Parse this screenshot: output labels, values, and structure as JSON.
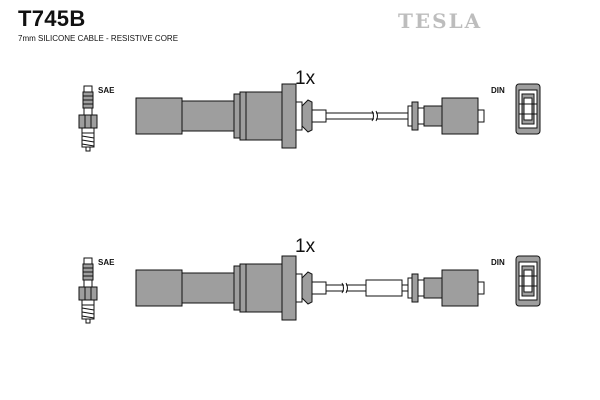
{
  "header": {
    "title": "T745B",
    "subtitle": "7mm SILICONE CABLE - RESISTIVE CORE",
    "brand": "TESLA"
  },
  "cables": [
    {
      "quantity": "1x",
      "left_connector": "SAE",
      "right_connector": "DIN"
    },
    {
      "quantity": "1x",
      "left_connector": "SAE",
      "right_connector": "DIN"
    }
  ],
  "colors": {
    "part_fill": "#9e9e9e",
    "outline": "#111111",
    "brand": "#bdbdbd"
  }
}
